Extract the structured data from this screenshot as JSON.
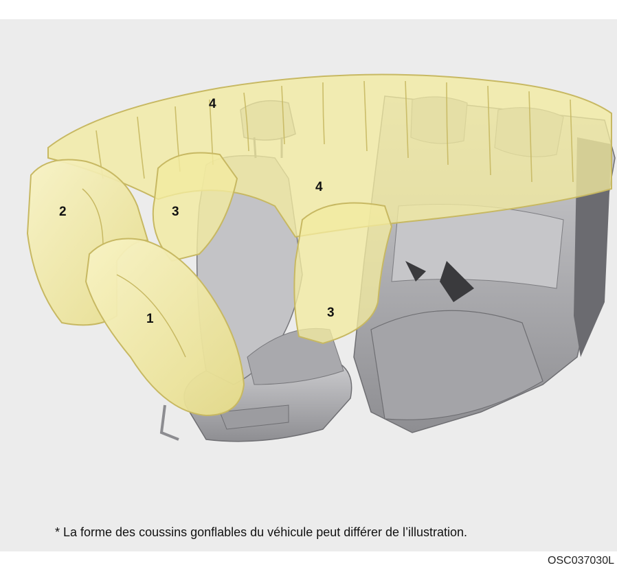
{
  "callouts": {
    "front_airbag": "1",
    "knee_airbag": "2",
    "side_airbag_front": "3",
    "side_airbag_rear": "3",
    "curtain_airbag_front": "4",
    "curtain_airbag_middle": "4"
  },
  "caption": "* La forme des coussins gonflables du véhicule peut différer de l’illustration.",
  "figure_code": "OSC037030L",
  "colors": {
    "panel_background": "#ececec",
    "airbag_fill": "#f2eba0",
    "airbag_outline": "#c7b862",
    "seat_fill": "#b9b9bb",
    "seat_shadow": "#8f8f93"
  }
}
